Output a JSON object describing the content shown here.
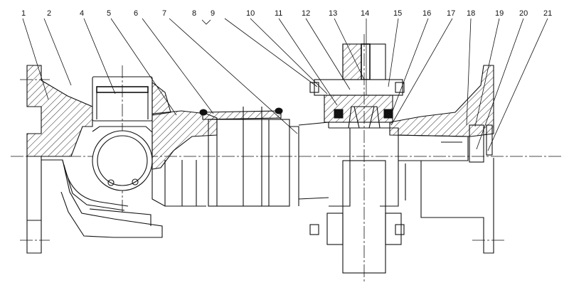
{
  "callouts": [
    {
      "label": "1"
    },
    {
      "label": "2"
    },
    {
      "label": "4"
    },
    {
      "label": "5"
    },
    {
      "label": "6"
    },
    {
      "label": "7"
    },
    {
      "label": "8"
    },
    {
      "label": "9"
    },
    {
      "label": "10"
    },
    {
      "label": "11"
    },
    {
      "label": "12"
    },
    {
      "label": "13"
    },
    {
      "label": "14"
    },
    {
      "label": "15"
    },
    {
      "label": "16"
    },
    {
      "label": "17"
    },
    {
      "label": "18"
    },
    {
      "label": "19"
    },
    {
      "label": "20"
    },
    {
      "label": "21"
    }
  ]
}
